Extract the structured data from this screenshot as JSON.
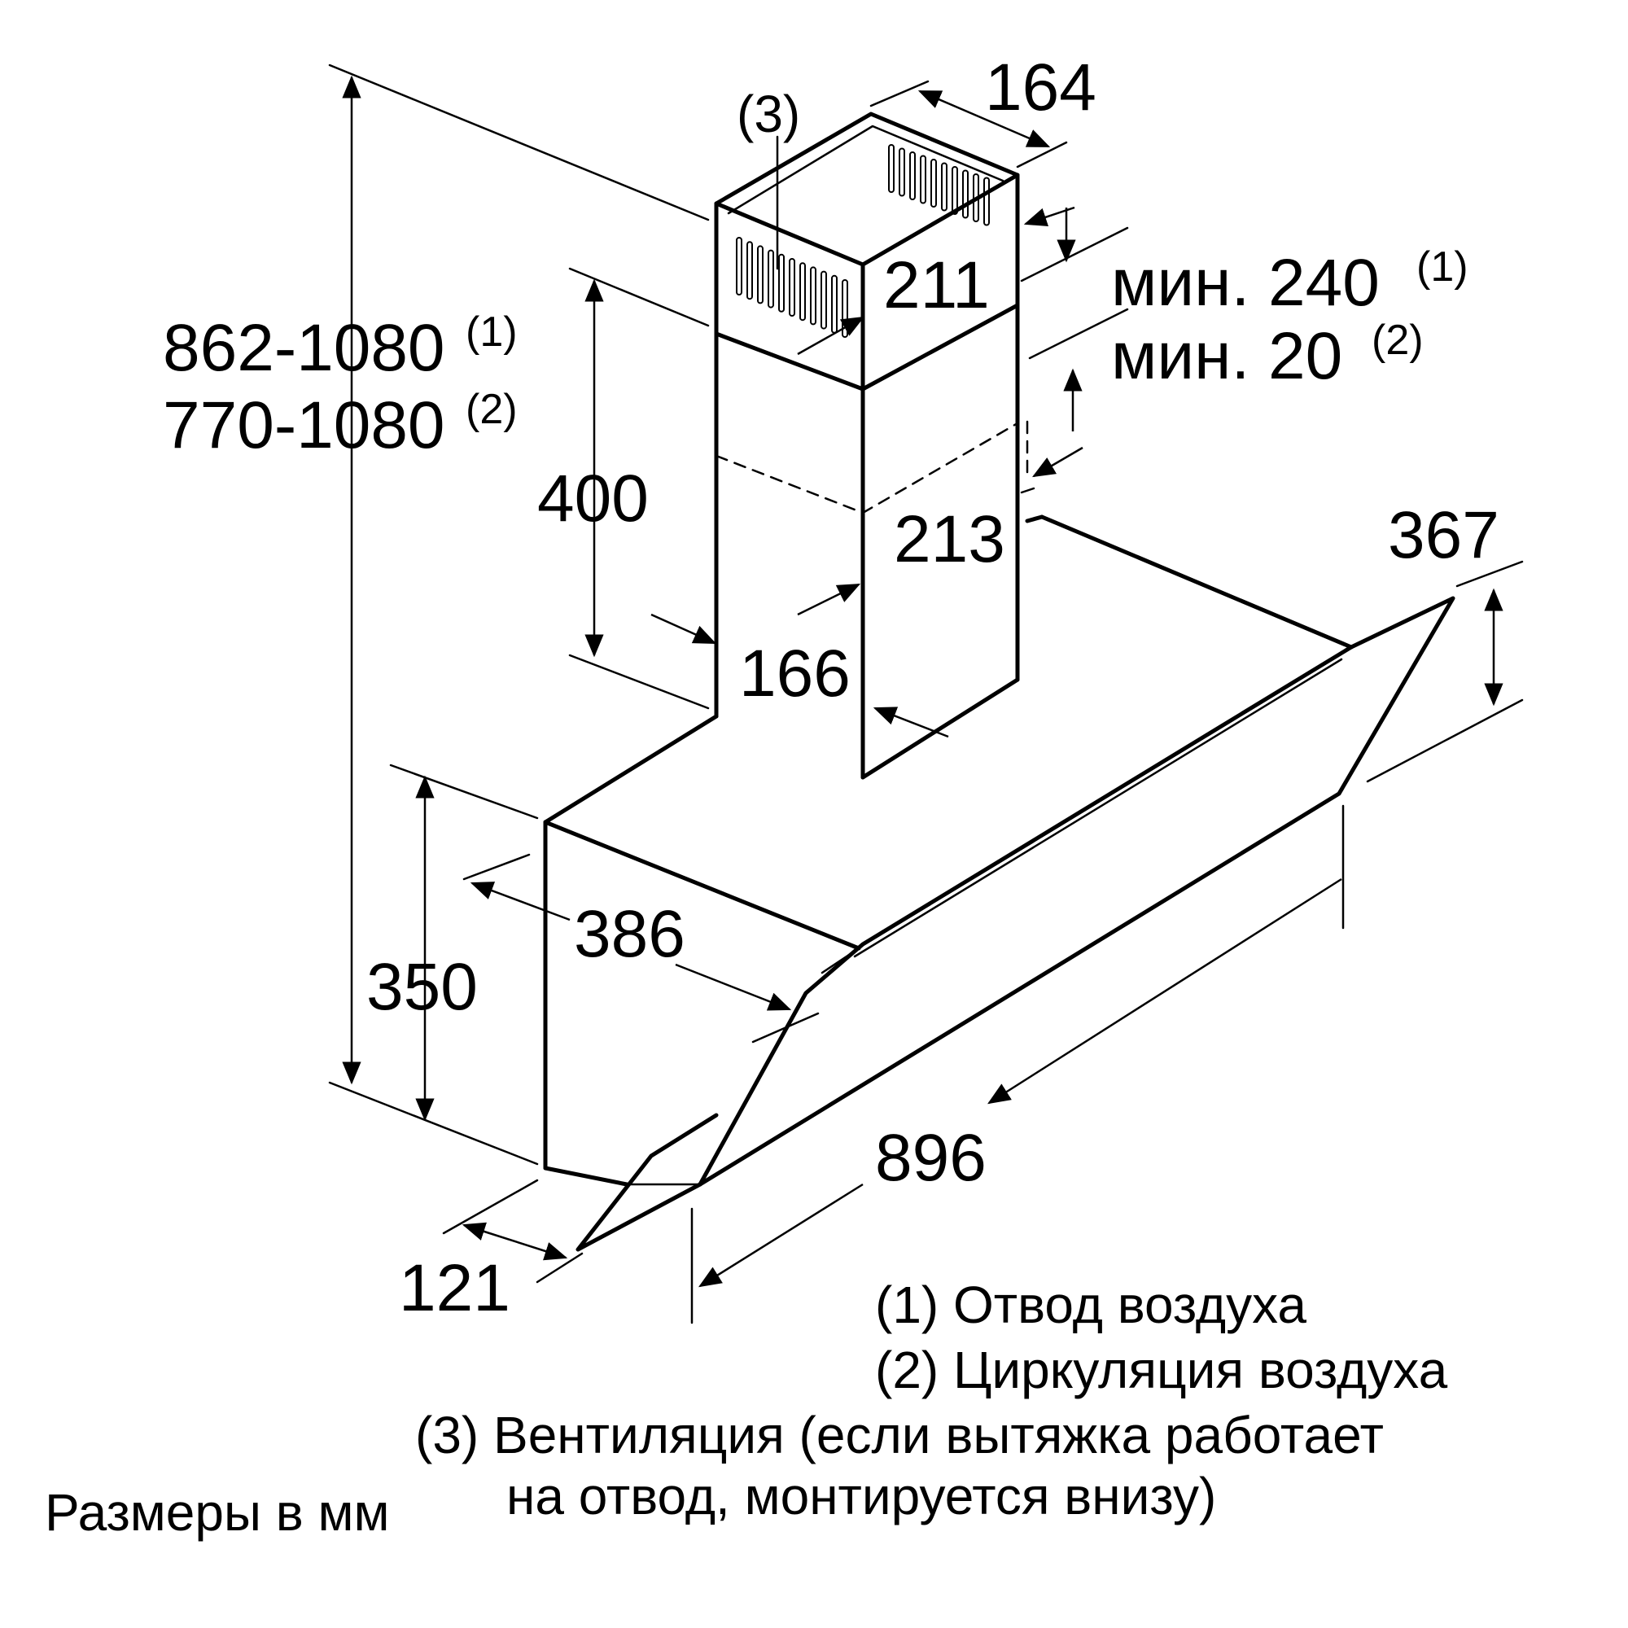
{
  "dimensions": {
    "chimney_depth_top": "164",
    "chimney_inner_width": "211",
    "chimney_outer_width": "213",
    "chimney_lower_depth": "166",
    "chimney_height": "400",
    "overall_height_exhaust": "862-1080",
    "overall_height_exhaust_ref": "(1)",
    "overall_height_recirc": "770-1080",
    "overall_height_recirc_ref": "(2)",
    "gap_exhaust": "мин. 240",
    "gap_exhaust_ref": "(1)",
    "gap_recirc": "мин. 20",
    "gap_recirc_ref": "(2)",
    "canopy_height": "367",
    "body_depth": "386",
    "body_height": "350",
    "width": "896",
    "front_depth": "121"
  },
  "callout_ventilation": "(3)",
  "legend": {
    "item1": "(1) Отвод воздуха",
    "item2": "(2) Циркуляция воздуха",
    "item3_line1": "(3) Вентиляция (если вытяжка работает",
    "item3_line2": "на отвод, монтируется внизу)"
  },
  "units_note": "Размеры в мм"
}
